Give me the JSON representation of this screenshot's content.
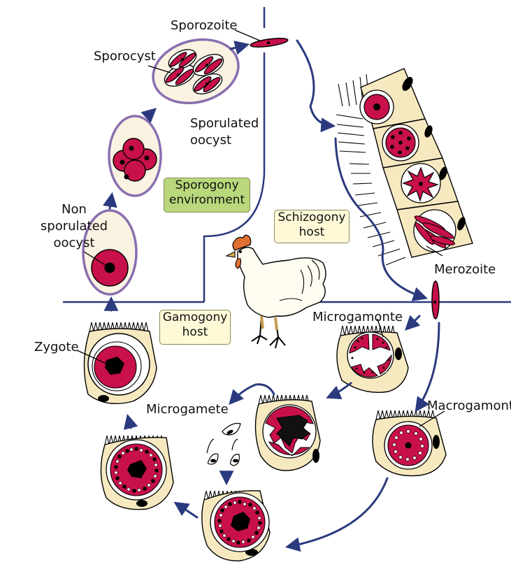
{
  "labels": {
    "sporozoite": "Sporozoite",
    "sporocyst": "Sporocyst",
    "sporulated_line1": "Sporulated",
    "sporulated_line2": "oocyst",
    "non_line1": "Non",
    "non_line2": "sporulated",
    "non_line3": "oocyst",
    "merozoite": "Merozoite",
    "microgamonte": "Microgamonte",
    "macrogamont": "Macrogamont",
    "microgamete": "Microgamete",
    "zygote": "Zygote"
  },
  "boxes": {
    "sporogony_line1": "Sporogony",
    "sporogony_line2": "environment",
    "schizogony_line1": "Schizogony",
    "schizogony_line2": "host",
    "gamogony_line1": "Gamogony",
    "gamogony_line2": "host"
  },
  "colors": {
    "parasite": "#c8104a",
    "cell": "#f6e9c0",
    "oocyst_wall": "#8a6fb0",
    "arrow": "#2b3a7e",
    "sporogony_box": "#b9d77b",
    "host_box": "#fff9d8"
  }
}
